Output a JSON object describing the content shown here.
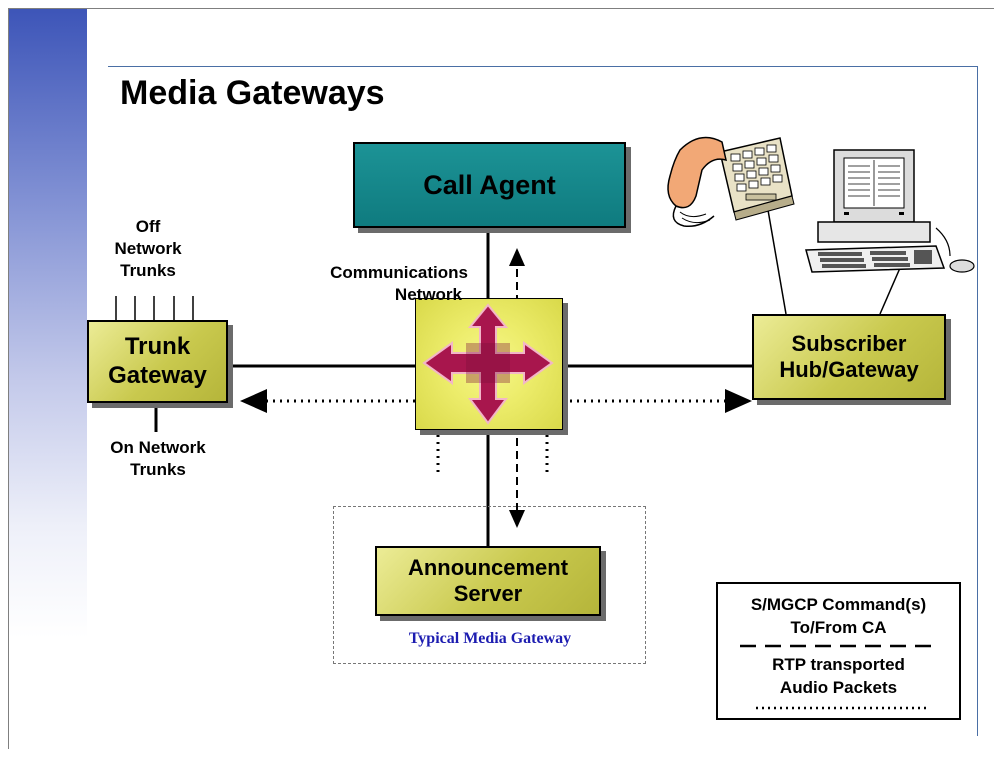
{
  "title": "Media Gateways",
  "nodes": {
    "call_agent": "Call Agent",
    "trunk_gateway_line1": "Trunk",
    "trunk_gateway_line2": "Gateway",
    "subscriber_line1": "Subscriber",
    "subscriber_line2": "Hub/Gateway",
    "announcement_line1": "Announcement",
    "announcement_line2": "Server"
  },
  "labels": {
    "off_network_line1": "Off",
    "off_network_line2": "Network",
    "off_network_line3": "Trunks",
    "on_network_line1": "On Network",
    "on_network_line2": "Trunks",
    "comm_network_line1": "Communications",
    "comm_network_line2": "Network",
    "typical_media_gateway": "Typical Media Gateway"
  },
  "legend": {
    "command_line1": "S/MGCP Command(s)",
    "command_line2": "To/From CA",
    "rtp_line1": "RTP transported",
    "rtp_line2": "Audio Packets"
  },
  "icons": [
    "telephone-icon",
    "computer-icon"
  ],
  "colors": {
    "call_agent": "#138588",
    "gateway_gold": "#c9c94e",
    "hub_yellow": "#ecec6a",
    "arrow_crimson": "#a8164d",
    "caption_blue": "#1c1cb0",
    "side_band": "#3d55b8"
  }
}
